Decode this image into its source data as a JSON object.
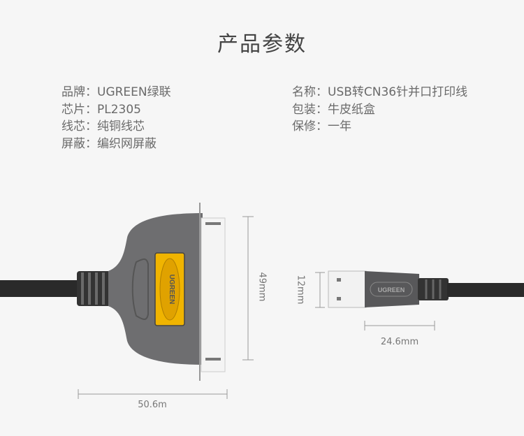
{
  "title": "产品参数",
  "specs_left": [
    {
      "label": "品牌",
      "value": "UGREEN绿联"
    },
    {
      "label": "芯片",
      "value": "PL2305"
    },
    {
      "label": "线芯",
      "value": "纯铜线芯"
    },
    {
      "label": "屏蔽",
      "value": "编织网屏蔽"
    }
  ],
  "specs_right": [
    {
      "label": "名称",
      "value": "USB转CN36针并口打印线"
    },
    {
      "label": "包装",
      "value": "牛皮纸盒"
    },
    {
      "label": "保修",
      "value": "一年"
    }
  ],
  "separator": "：",
  "dimensions": {
    "cn36_height": "49mm",
    "cn36_width": "50.6m",
    "usb_height": "12mm",
    "usb_length": "24.6mm"
  },
  "logo_text": "UGREEN",
  "colors": {
    "badge": "#f0b400",
    "body": "#6e6e70",
    "cable": "#2a2a2a"
  }
}
